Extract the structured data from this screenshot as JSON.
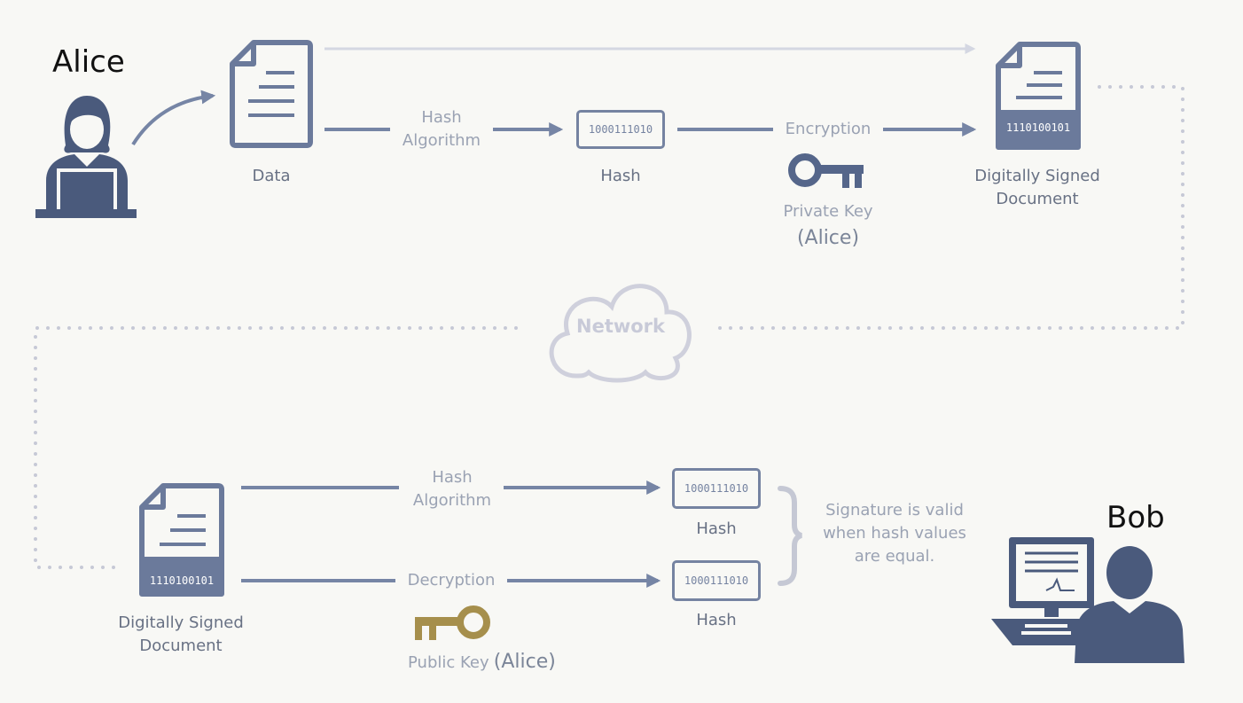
{
  "people": {
    "alice": "Alice",
    "bob": "Bob"
  },
  "top": {
    "data_label": "Data",
    "hash_algorithm_line1": "Hash",
    "hash_algorithm_line2": "Algorithm",
    "hash_value": "1000111010",
    "hash_label": "Hash",
    "encryption_label": "Encryption",
    "private_key_label": "Private Key",
    "private_key_owner": "(Alice)",
    "signed_doc_value": "1110100101",
    "signed_doc_line1": "Digitally Signed",
    "signed_doc_line2": "Document"
  },
  "network_label": "Network",
  "bottom": {
    "signed_doc_value": "1110100101",
    "signed_doc_line1": "Digitally Signed",
    "signed_doc_line2": "Document",
    "hash_algorithm_line1": "Hash",
    "hash_algorithm_line2": "Algorithm",
    "decryption_label": "Decryption",
    "public_key_label": "Public Key",
    "public_key_owner": "(Alice)",
    "hash1_value": "1000111010",
    "hash1_label": "Hash",
    "hash2_value": "1000111010",
    "hash2_label": "Hash",
    "result_line1": "Signature is valid",
    "result_line2": "when hash values",
    "result_line3": "are equal."
  },
  "colors": {
    "line": "#7685a5",
    "icon": "#4a5a7c",
    "doc": "#6b7a9b",
    "private_key": "#55668a",
    "public_key": "#a68f4c",
    "cloud": "#cfd0dc",
    "dots": "#c6c9d6"
  }
}
